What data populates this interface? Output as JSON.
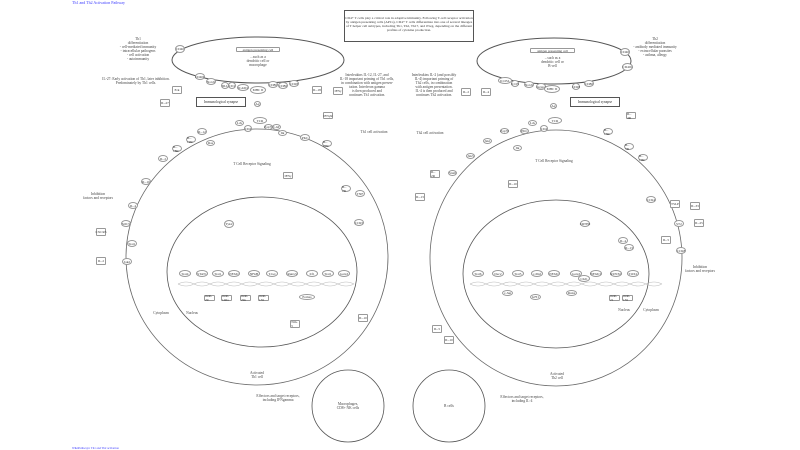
{
  "header_link": "Th1 and Th2 Activation Pathway",
  "footer_link": "WikiPathways: Th1 and Th2 activation",
  "description": "CD4+ T cells play a critical role in adaptive immunity. Following T-cell receptor activation by antigen presenting cells (APCs), CD4+ T cells differentiate into one of several lineages of T helper cell subtypes, including Th1, Th2, Th17, and iTreg, depending on the different profiles of cytokine production.",
  "left": {
    "th1_note": "Th1\ndifferentiation\n- cell-mediated immunity\n- intracellular pathogens\n- cell activation\n- autoimmunity",
    "apc_label": "antigen presenting cell",
    "apc_sub": "...such as a\ndendritic cell or\nmacrophage",
    "il27_note": "IL-27: Early activation of Th1, later inhibition.\nPredominately by Th1 cells.",
    "il12_note": "Interleukins IL-12, IL-27, and\nIL-18 important priming of Th1 cells,\nin combination with antigen presen-\ntation. Interferon gamma\nis then produced and\ncontinues Th1 activation.",
    "synapse": "Immunological synapse",
    "signaling": "T Cell Receptor Signaling",
    "th1_activation": "Th1 cell activation",
    "cytoplasm": "Cytoplasm",
    "nucleus": "Nucleus",
    "inhibition": "Inhibition\nfactors and receptors",
    "activated": "Activated\nTh1 cell",
    "effectors": "Effectors and target receptors,\nincluding IFNgamma",
    "target_cell": "Macrophages,\nCD8+ NK cells",
    "tfs": [
      "Stat4",
      "STAT1",
      "Stat1",
      "NFATc",
      "NFkB",
      "T-bet",
      "Runx3",
      "Irf1",
      "Stat1",
      "Gata3"
    ],
    "mirs": [
      "miR-29",
      "miR-146a",
      "miR-29a",
      "miR-155"
    ],
    "tbx": "Eomes",
    "nodes": [
      "CD40",
      "CD40L",
      "Notch",
      "DLL",
      "CD1",
      "ICAM1",
      "MHC II",
      "CD80",
      "CD86",
      "CD28",
      "TCR",
      "CD4",
      "Ag",
      "Lck",
      "Zap70",
      "LAT",
      "Itk",
      "PKC",
      "Ras",
      "Erk",
      "IL-27",
      "IL-18",
      "IFNγ",
      "IL-12",
      "IL-12R",
      "IFNγR",
      "IL-27R",
      "IL-18R",
      "IL-2",
      "IL-10",
      "IL-4",
      "SOCS",
      "Stat1",
      "Jak2",
      "Tyk2",
      "IFNγ",
      "IL-2R",
      "TNF",
      "CCR5",
      "CXCR3",
      "IL-2",
      "Tim-3",
      "IL-10"
    ]
  },
  "right": {
    "th2_note": "Th2\ndifferentiation\n- antibody mediated immunity\n- extracellular parasites\n- asthma, allergy",
    "apc_label": "antigen presenting cell",
    "apc_sub": "...such as a\ndendritic cell or\nB-cell",
    "il2_note": "Interleukins IL-2 (and possibly\nIL-4) important priming of\nTh2 cells, in combination\nwith antigen presentation.\nIL-4 is then produced and\ncontinues Th2 activation.",
    "synapse": "Immunological synapse",
    "signaling": "T Cell Receptor Signaling",
    "th2_activation": "Th2 cell activation",
    "cytoplasm": "Cytoplasm",
    "nucleus": "Nucleus",
    "inhibition": "Inhibition\nfactors and receptors",
    "activated": "Activated\nTh2 cell",
    "effectors": "Effectors and target receptors,\nincluding IL-4",
    "target_cell": "B cells",
    "tfs": [
      "Stat6",
      "Dec2",
      "Stat5",
      "c-Maf",
      "NFATc",
      "Gata3",
      "Chd1",
      "NFATc1",
      "RUNX1",
      "TOX2"
    ],
    "lower_tfs": [
      "c-Jun",
      "GFI1",
      "Runx"
    ],
    "mirs": [
      "miR-21",
      "miR-155"
    ],
    "nodes": [
      "CD40",
      "CD40L",
      "ICOSL",
      "ICOS",
      "Notch",
      "Jagged",
      "CD28",
      "CD80",
      "MHC II",
      "TCR",
      "CD4",
      "Ag",
      "IL-2",
      "IL-4",
      "IL-4R",
      "IL-2R",
      "IL-10",
      "IL-13",
      "IL-5",
      "IL-33",
      "ST2",
      "IL-25",
      "TSLP",
      "Lck",
      "Zap70",
      "PKC",
      "Itk",
      "Jak1",
      "Jak3",
      "Stat6",
      "IL-13R",
      "IL-5R",
      "IL-10R",
      "CCR4",
      "CCR8",
      "CRTH2",
      "IL-4",
      "IL-13",
      "IL-5",
      "IL-10"
    ]
  },
  "colors": {
    "line": "#555555",
    "link": "#3a3aff",
    "node_border": "#999999"
  }
}
